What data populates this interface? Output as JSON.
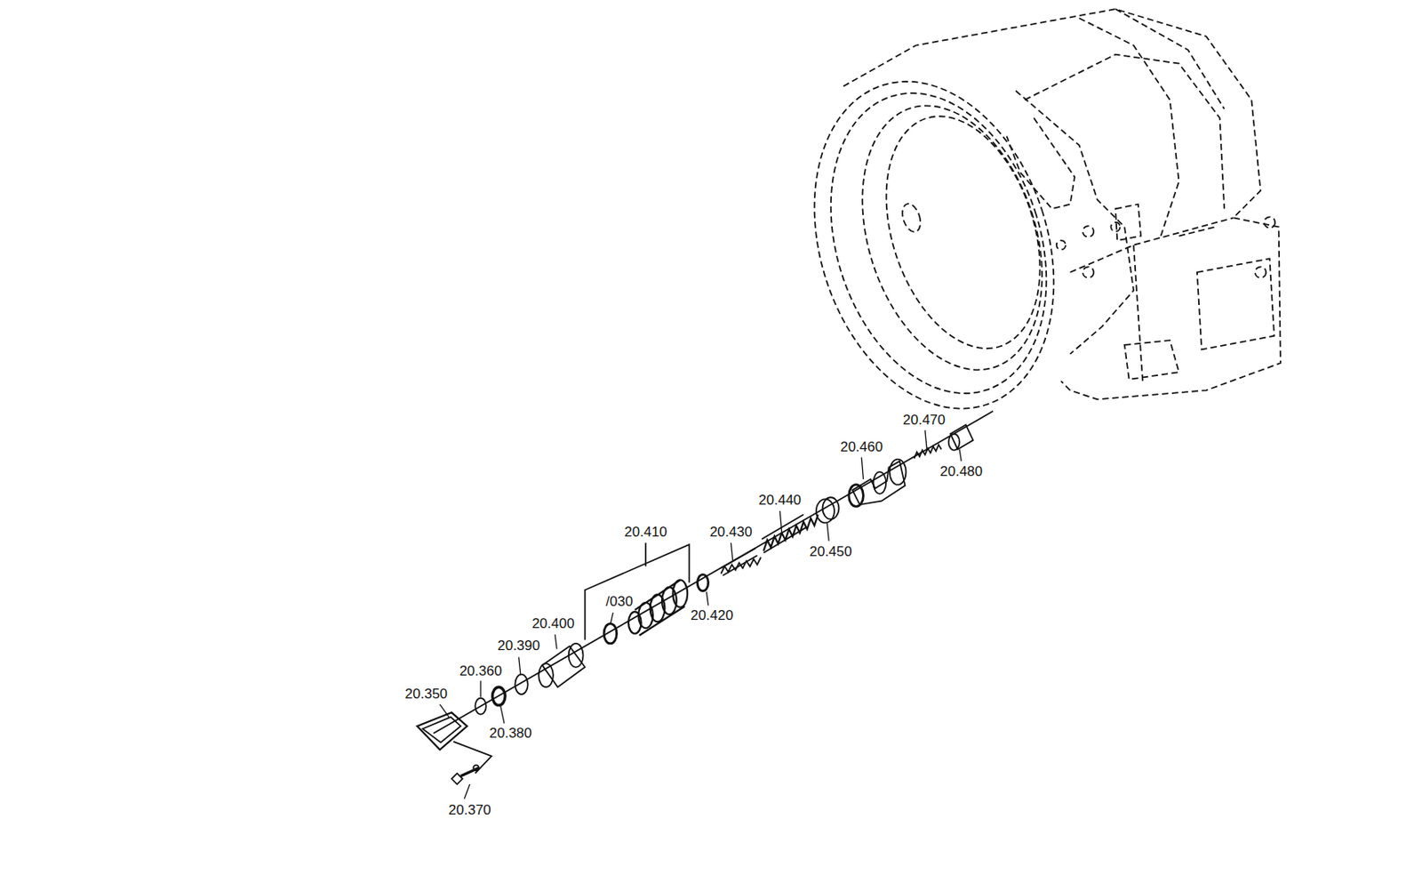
{
  "diagram": {
    "labels": [
      "20.470",
      "20.460",
      "20.480",
      "20.440",
      "20.410",
      "20.430",
      "20.450",
      "/030",
      "20.420",
      "20.400",
      "20.390",
      "20.360",
      "20.350",
      "20.380",
      "20.370"
    ]
  }
}
